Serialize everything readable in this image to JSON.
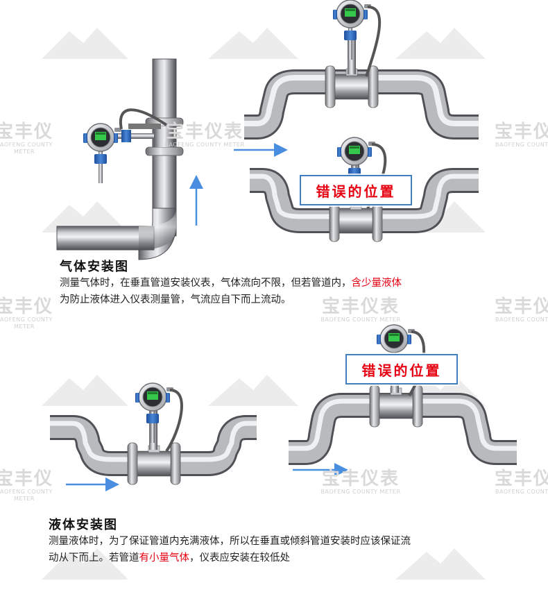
{
  "watermark": {
    "brand": "宝丰仪表",
    "brand_partial": "宝丰仪",
    "subtitle": "BAOFENG COUNTY METER",
    "subtitle_partial": "BAOFENG COUNTY"
  },
  "labels": {
    "wrong_position": "错误的位置"
  },
  "gas_section": {
    "title": "气体安装图",
    "text_1": "测量气体时，在垂直管道安装仪表，气体流向不限，但若管道内，",
    "text_highlight": "含少量液体",
    "text_2": "为防止液体进入仪表测量管，气流应自下而上流动。"
  },
  "liquid_section": {
    "title": "液体安装图",
    "text_1": "测量液体时，为了保证管道内充满液体，所以在垂直或倾斜管道安装时应该保证流",
    "text_2a": "动从下而上。若管道",
    "text_highlight": "有小量气体",
    "text_2b": "，仪表应安装在较低处"
  },
  "colors": {
    "highlight": "#e60012",
    "arrow": "#4a8ee0",
    "label_border": "#3f7fc0"
  }
}
